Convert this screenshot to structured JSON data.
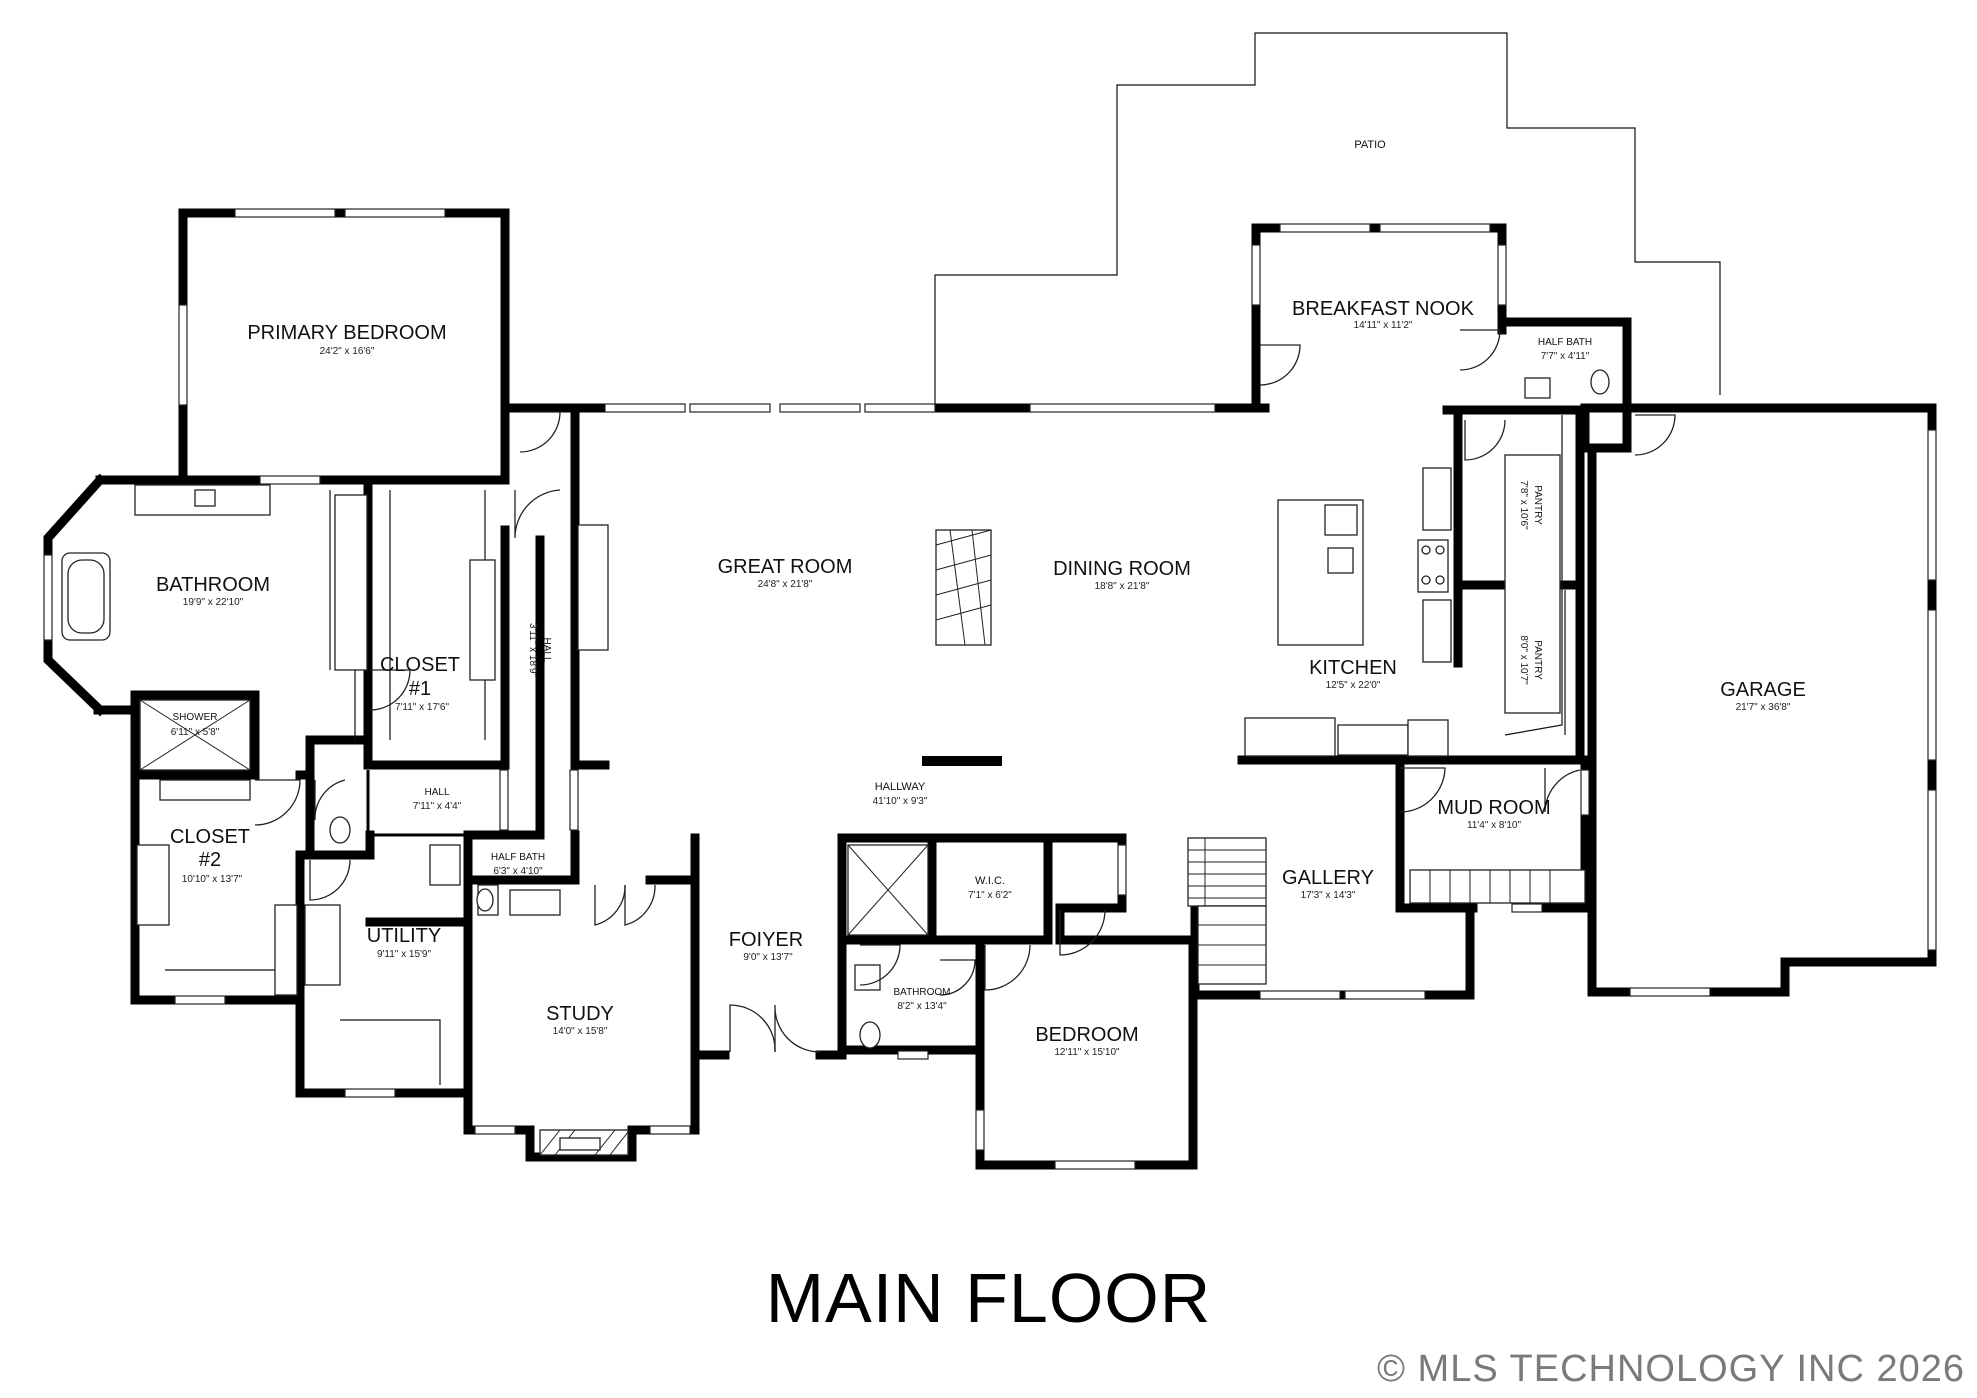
{
  "title": "MAIN FLOOR",
  "copyright": "© MLS TECHNOLOGY INC 2026",
  "rooms": {
    "patio": {
      "name": "PATIO"
    },
    "primary_bedroom": {
      "name": "PRIMARY BEDROOM",
      "dims": "24'2\" x 16'6\""
    },
    "bathroom": {
      "name": "BATHROOM",
      "dims": "19'9\" x 22'10\""
    },
    "shower": {
      "name": "SHOWER",
      "dims": "6'11\" x 5'8\""
    },
    "closet1": {
      "name": "CLOSET",
      "name2": "#1",
      "dims": "7'11\" x 17'6\""
    },
    "hall_vertical": {
      "name": "HALL",
      "dims": "3'11\" x 18'9\""
    },
    "hall_small": {
      "name": "HALL",
      "dims": "7'11\" x 4'4\""
    },
    "closet2": {
      "name": "CLOSET",
      "name2": "#2",
      "dims": "10'10\" x 13'7\""
    },
    "half_bath_left": {
      "name": "HALF BATH",
      "dims": "6'3\" x 4'10\""
    },
    "utility": {
      "name": "UTILITY",
      "dims": "9'11\" x 15'9\""
    },
    "study": {
      "name": "STUDY",
      "dims": "14'0\" x 15'8\""
    },
    "great_room": {
      "name": "GREAT ROOM",
      "dims": "24'8\" x 21'8\""
    },
    "dining_room": {
      "name": "DINING ROOM",
      "dims": "18'8\" x 21'8\""
    },
    "hallway": {
      "name": "HALLWAY",
      "dims": "41'10\" x 9'3\""
    },
    "foyer": {
      "name": "FOIYER",
      "dims": "9'0\" x 13'7\""
    },
    "bathroom_small": {
      "name": "BATHROOM",
      "dims": "8'2\" x 13'4\""
    },
    "wic": {
      "name": "W.I.C.",
      "dims": "7'1\" x 6'2\""
    },
    "bedroom": {
      "name": "BEDROOM",
      "dims": "12'11\" x 15'10\""
    },
    "breakfast_nook": {
      "name": "BREAKFAST NOOK",
      "dims": "14'11\" x 11'2\""
    },
    "half_bath_right": {
      "name": "HALF BATH",
      "dims": "7'7\" x 4'11\""
    },
    "kitchen": {
      "name": "KITCHEN",
      "dims": "12'5\" x 22'0\""
    },
    "pantry1": {
      "name": "PANTRY",
      "dims": "7'8\" x 10'6\""
    },
    "pantry2": {
      "name": "PANTRY",
      "dims": "8'0\" x 10'7\""
    },
    "mud_room": {
      "name": "MUD ROOM",
      "dims": "11'4\" x 8'10\""
    },
    "gallery": {
      "name": "GALLERY",
      "dims": "17'3\" x 14'3\""
    },
    "garage": {
      "name": "GARAGE",
      "dims": "21'7\" x 36'8\""
    }
  }
}
